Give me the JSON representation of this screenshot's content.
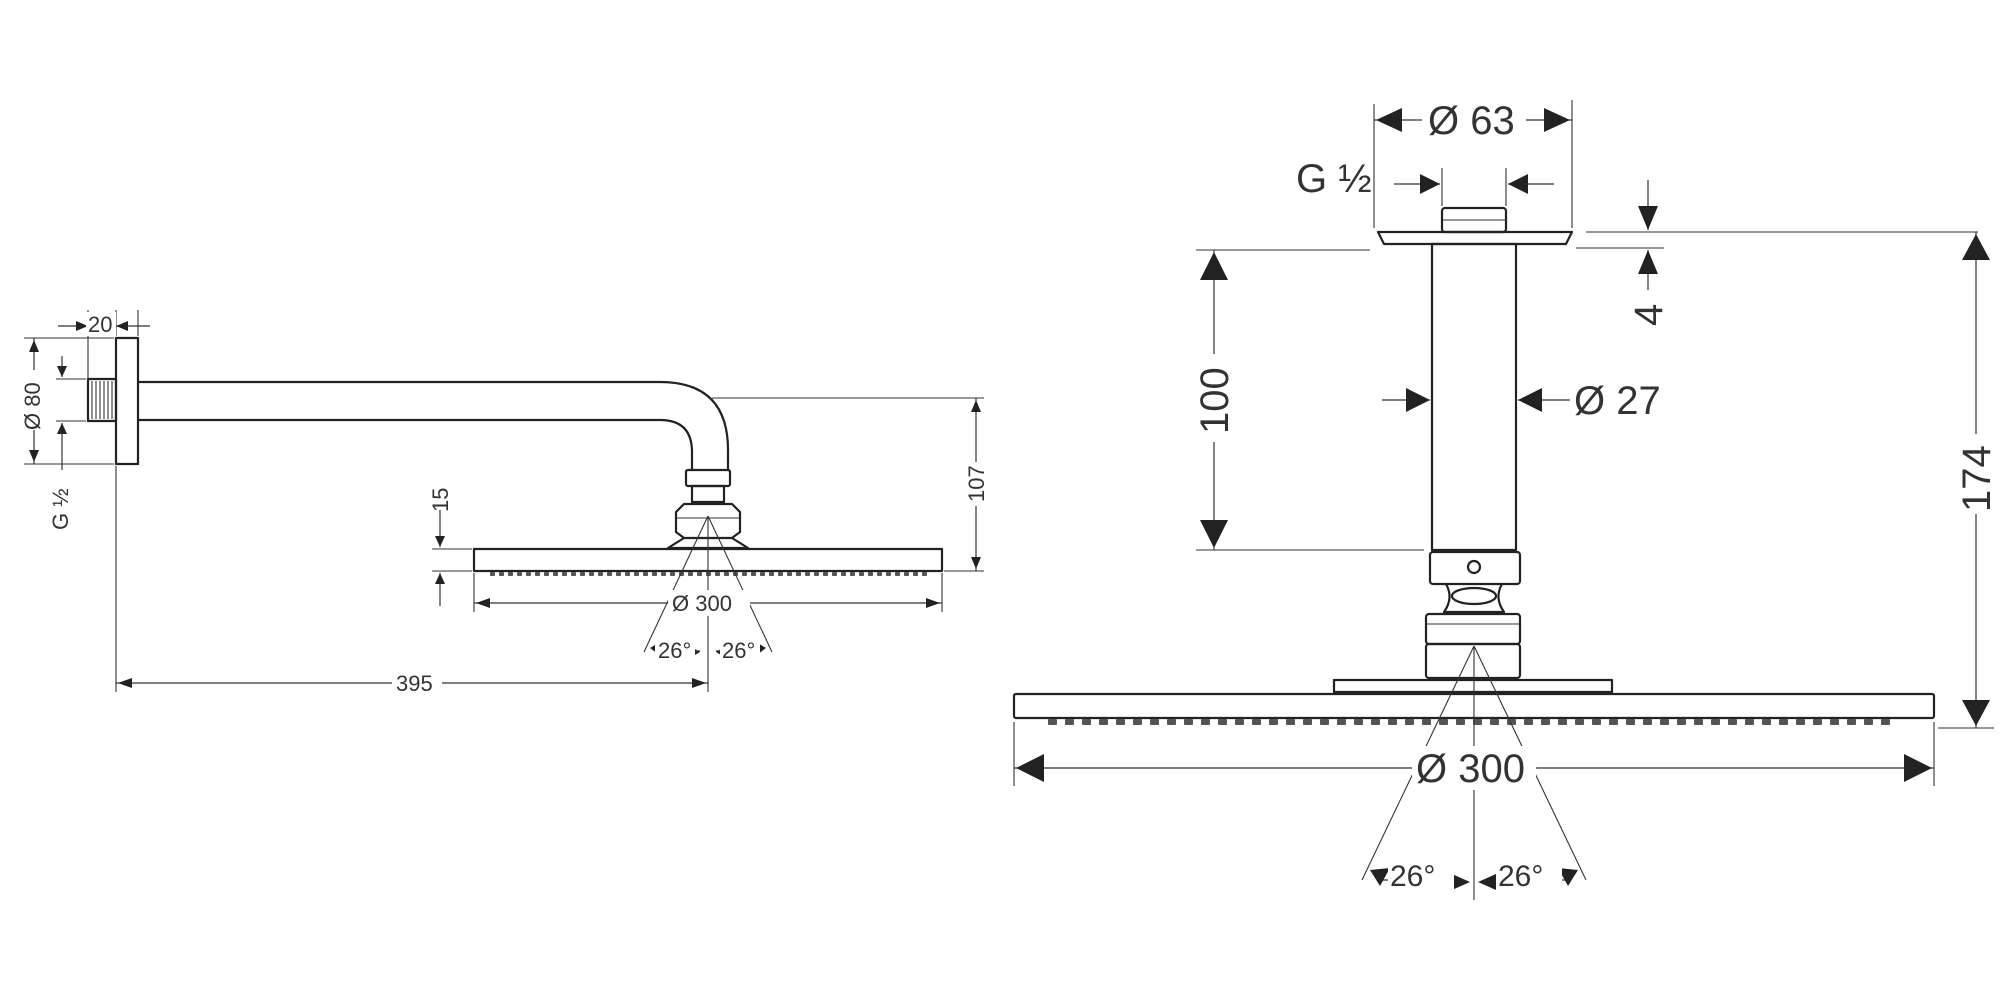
{
  "wall_view": {
    "dim_depth": "20",
    "dim_flange": "Ø 80",
    "dim_thread": "G ½",
    "dim_head_height": "15",
    "dim_head_diameter": "Ø 300",
    "dim_drop": "107",
    "dim_projection": "395",
    "spray_angle_left": "26°",
    "spray_angle_right": "26°"
  },
  "ceiling_view": {
    "dim_canopy": "Ø 63",
    "dim_thread": "G ½",
    "dim_canopy_height": "4",
    "dim_pipe_length": "100",
    "dim_pipe_diameter": "Ø 27",
    "dim_total_height": "174",
    "dim_head_diameter": "Ø 300",
    "spray_angle_left": "26°",
    "spray_angle_right": "26°"
  }
}
